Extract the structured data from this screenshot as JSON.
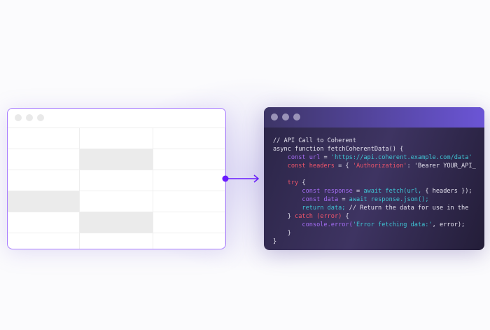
{
  "table_window": {
    "rows": 6,
    "cols": 3,
    "shaded_cells": [
      [
        1,
        1
      ],
      [
        3,
        0
      ],
      [
        4,
        1
      ]
    ]
  },
  "code_window": {
    "lines": [
      [
        {
          "t": "// API Call to Coherent",
          "c": "c"
        }
      ],
      [
        {
          "t": "async function fetchCoherentData() {",
          "c": "c"
        }
      ],
      [
        {
          "t": "    const url ",
          "c": "k"
        },
        {
          "t": "= ",
          "c": "c"
        },
        {
          "t": "'https://api.coherent.example.com/data'",
          "c": "s"
        }
      ],
      [
        {
          "t": "    const headers ",
          "c": "r"
        },
        {
          "t": "= { ",
          "c": "c"
        },
        {
          "t": "'Authorization'",
          "c": "r"
        },
        {
          "t": ": 'Bearer YOUR_API_",
          "c": "c"
        }
      ],
      [
        {
          "t": "",
          "c": "c"
        }
      ],
      [
        {
          "t": "    try ",
          "c": "r"
        },
        {
          "t": "{",
          "c": "c"
        }
      ],
      [
        {
          "t": "        const response ",
          "c": "k"
        },
        {
          "t": "= ",
          "c": "c"
        },
        {
          "t": "await fetch(url, ",
          "c": "s"
        },
        {
          "t": "{ headers });",
          "c": "c"
        }
      ],
      [
        {
          "t": "        const data ",
          "c": "k"
        },
        {
          "t": "= ",
          "c": "c"
        },
        {
          "t": "await response.json();",
          "c": "s"
        }
      ],
      [
        {
          "t": "        return data; ",
          "c": "s"
        },
        {
          "t": "// Return the data for use in the ",
          "c": "c"
        }
      ],
      [
        {
          "t": "    } ",
          "c": "c"
        },
        {
          "t": "catch (error) ",
          "c": "r"
        },
        {
          "t": "{",
          "c": "c"
        }
      ],
      [
        {
          "t": "        console.error(",
          "c": "k"
        },
        {
          "t": "'Error fetching data:'",
          "c": "s"
        },
        {
          "t": ", error);",
          "c": "c"
        }
      ],
      [
        {
          "t": "    }",
          "c": "c"
        }
      ],
      [
        {
          "t": "}",
          "c": "c"
        }
      ]
    ]
  },
  "colors": {
    "accent": "#6a1bff",
    "border": "#a77bff"
  }
}
